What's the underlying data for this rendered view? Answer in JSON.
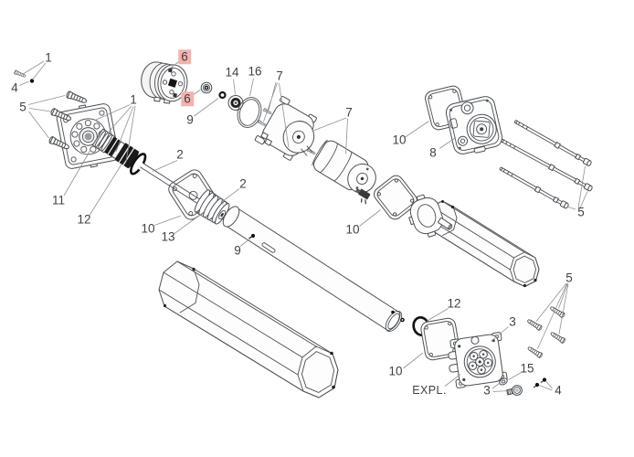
{
  "diagram": {
    "type": "exploded-parts-diagram",
    "background_color": "#ffffff",
    "line_color": "#4b4f54",
    "leader_color": "#8e9296",
    "highlight_color": "#f2b3ae",
    "callouts": [
      {
        "text": "1",
        "highlighted": false
      },
      {
        "text": "4",
        "highlighted": false
      },
      {
        "text": "5",
        "highlighted": false
      },
      {
        "text": "6",
        "highlighted": true
      },
      {
        "text": "6",
        "highlighted": true
      },
      {
        "text": "9",
        "highlighted": false
      },
      {
        "text": "14",
        "highlighted": false
      },
      {
        "text": "16",
        "highlighted": false
      },
      {
        "text": "7",
        "highlighted": false
      },
      {
        "text": "7",
        "highlighted": false
      },
      {
        "text": "10",
        "highlighted": false
      },
      {
        "text": "8",
        "highlighted": false
      },
      {
        "text": "1",
        "highlighted": false
      },
      {
        "text": "11",
        "highlighted": false
      },
      {
        "text": "12",
        "highlighted": false
      },
      {
        "text": "2",
        "highlighted": false
      },
      {
        "text": "10",
        "highlighted": false
      },
      {
        "text": "13",
        "highlighted": false
      },
      {
        "text": "2",
        "highlighted": false
      },
      {
        "text": "9",
        "highlighted": false
      },
      {
        "text": "10",
        "highlighted": false
      },
      {
        "text": "5",
        "highlighted": false
      },
      {
        "text": "12",
        "highlighted": false
      },
      {
        "text": "10",
        "highlighted": false
      },
      {
        "text": "3",
        "highlighted": false
      },
      {
        "text": "5",
        "highlighted": false
      },
      {
        "text": "EXPL.",
        "highlighted": false
      },
      {
        "text": "3",
        "highlighted": false
      },
      {
        "text": "15",
        "highlighted": false
      },
      {
        "text": "4",
        "highlighted": false
      }
    ],
    "parts": [
      {
        "name": "small-fixing-screw",
        "callout": "1"
      },
      {
        "name": "set-point",
        "callout": "4"
      },
      {
        "name": "mounting-screws",
        "callout": "5"
      },
      {
        "name": "drive-bracket-flange",
        "callout": "11"
      },
      {
        "name": "shaft-rings-and-clip",
        "callout": "12"
      },
      {
        "name": "drive-shaft",
        "callout": "2"
      },
      {
        "name": "counter-plate",
        "callout": "10"
      },
      {
        "name": "drive-pulley",
        "callout": "13"
      },
      {
        "name": "brake-coupling",
        "callout": "6"
      },
      {
        "name": "coupling-nut",
        "callout": "6"
      },
      {
        "name": "spacer-ring",
        "callout": "9"
      },
      {
        "name": "ball-bearing",
        "callout": "14"
      },
      {
        "name": "o-ring-large",
        "callout": "16"
      },
      {
        "name": "motor-housing-cap",
        "callout": "7"
      },
      {
        "name": "electric-motor",
        "callout": "7"
      },
      {
        "name": "gasket",
        "callout": "10"
      },
      {
        "name": "gear-head",
        "callout": "8"
      },
      {
        "name": "threaded-rods",
        "callout": "5"
      },
      {
        "name": "octagonal-tube-right",
        "callout": ""
      },
      {
        "name": "adapter-ring",
        "callout": ""
      },
      {
        "name": "round-tube",
        "callout": "9"
      },
      {
        "name": "octagonal-tube-left",
        "callout": ""
      },
      {
        "name": "o-ring-small",
        "callout": "12"
      },
      {
        "name": "gear-head-expl",
        "callout": "3"
      },
      {
        "name": "washer",
        "callout": "15"
      },
      {
        "name": "head-bolt",
        "callout": "3"
      },
      {
        "name": "grub-screws",
        "callout": "4"
      },
      {
        "name": "short-screws",
        "callout": "5"
      }
    ]
  }
}
